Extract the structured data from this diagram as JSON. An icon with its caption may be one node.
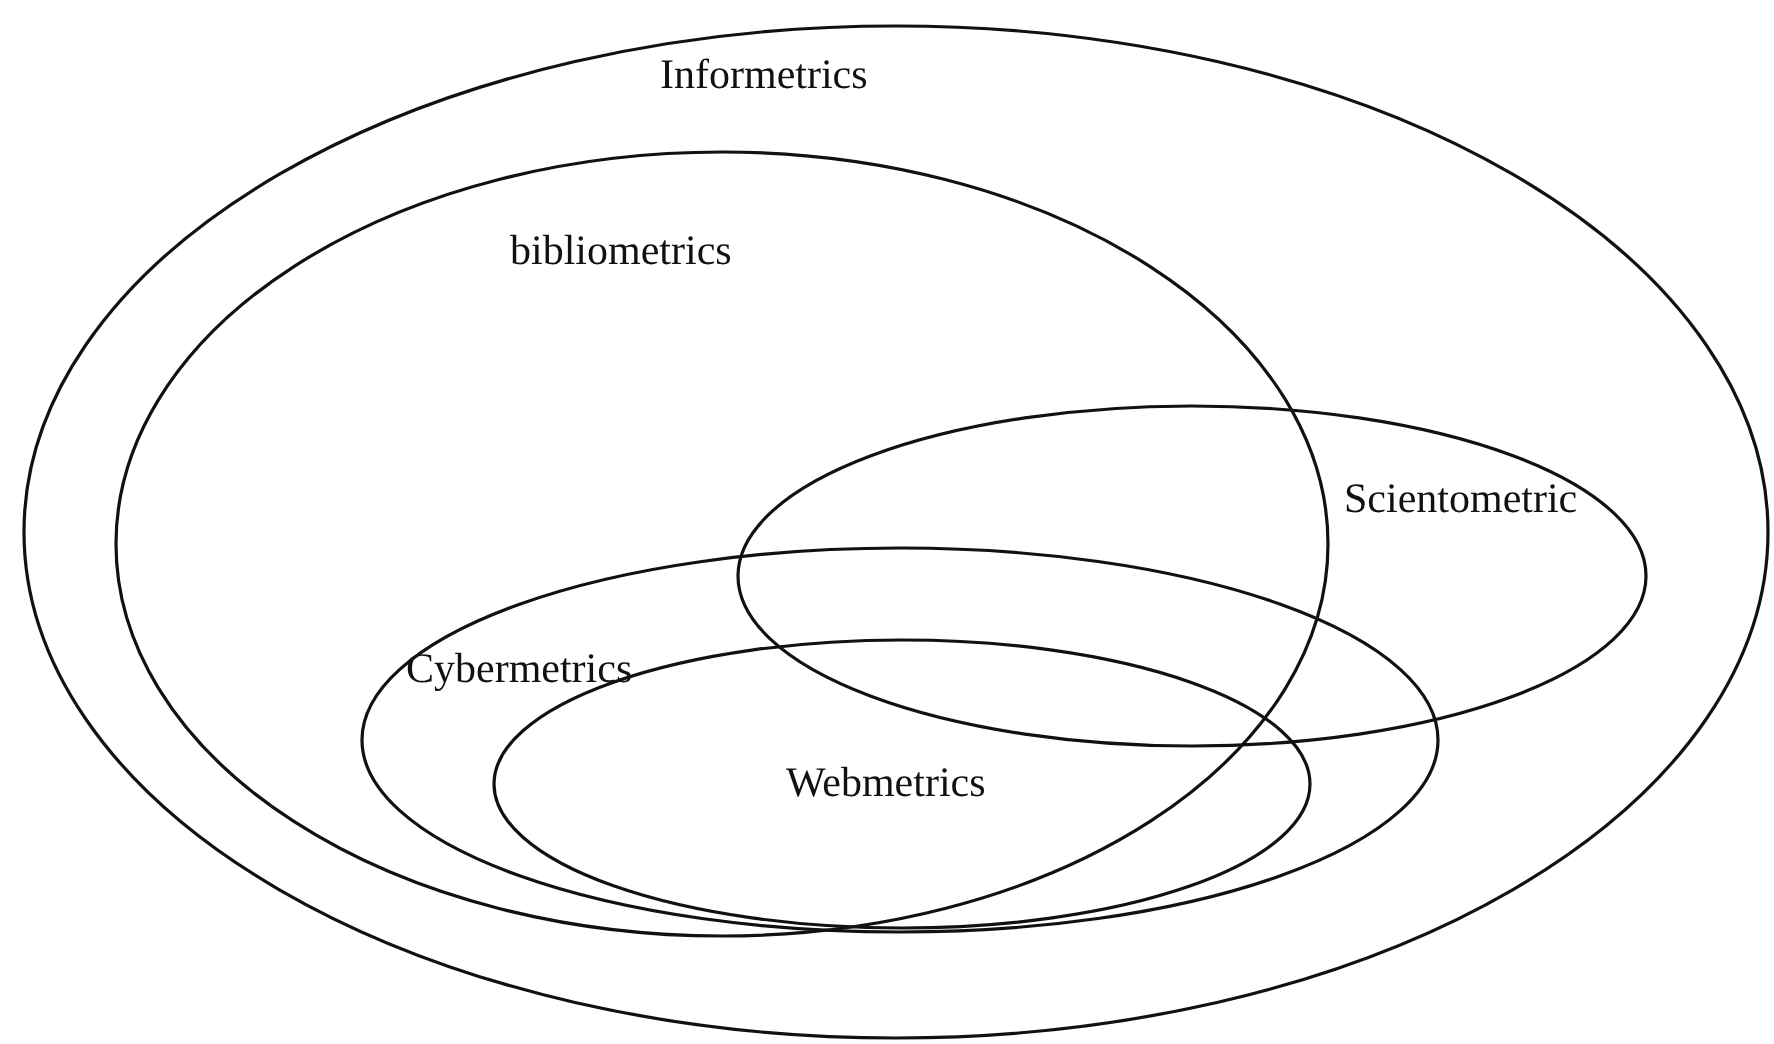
{
  "diagram": {
    "nodes": [
      {
        "text": [
          "Informetrics"
        ]
      },
      {
        "text": [
          "bibliometrics"
        ],
        "in": 0
      },
      {
        "text": [
          "Scientometric"
        ],
        "in": 0
      },
      {
        "text": [
          "Cybermetrics"
        ],
        "in": 0
      },
      {
        "text": [
          "Webmetrics"
        ],
        "in": 3
      }
    ],
    "edges": []
  }
}
